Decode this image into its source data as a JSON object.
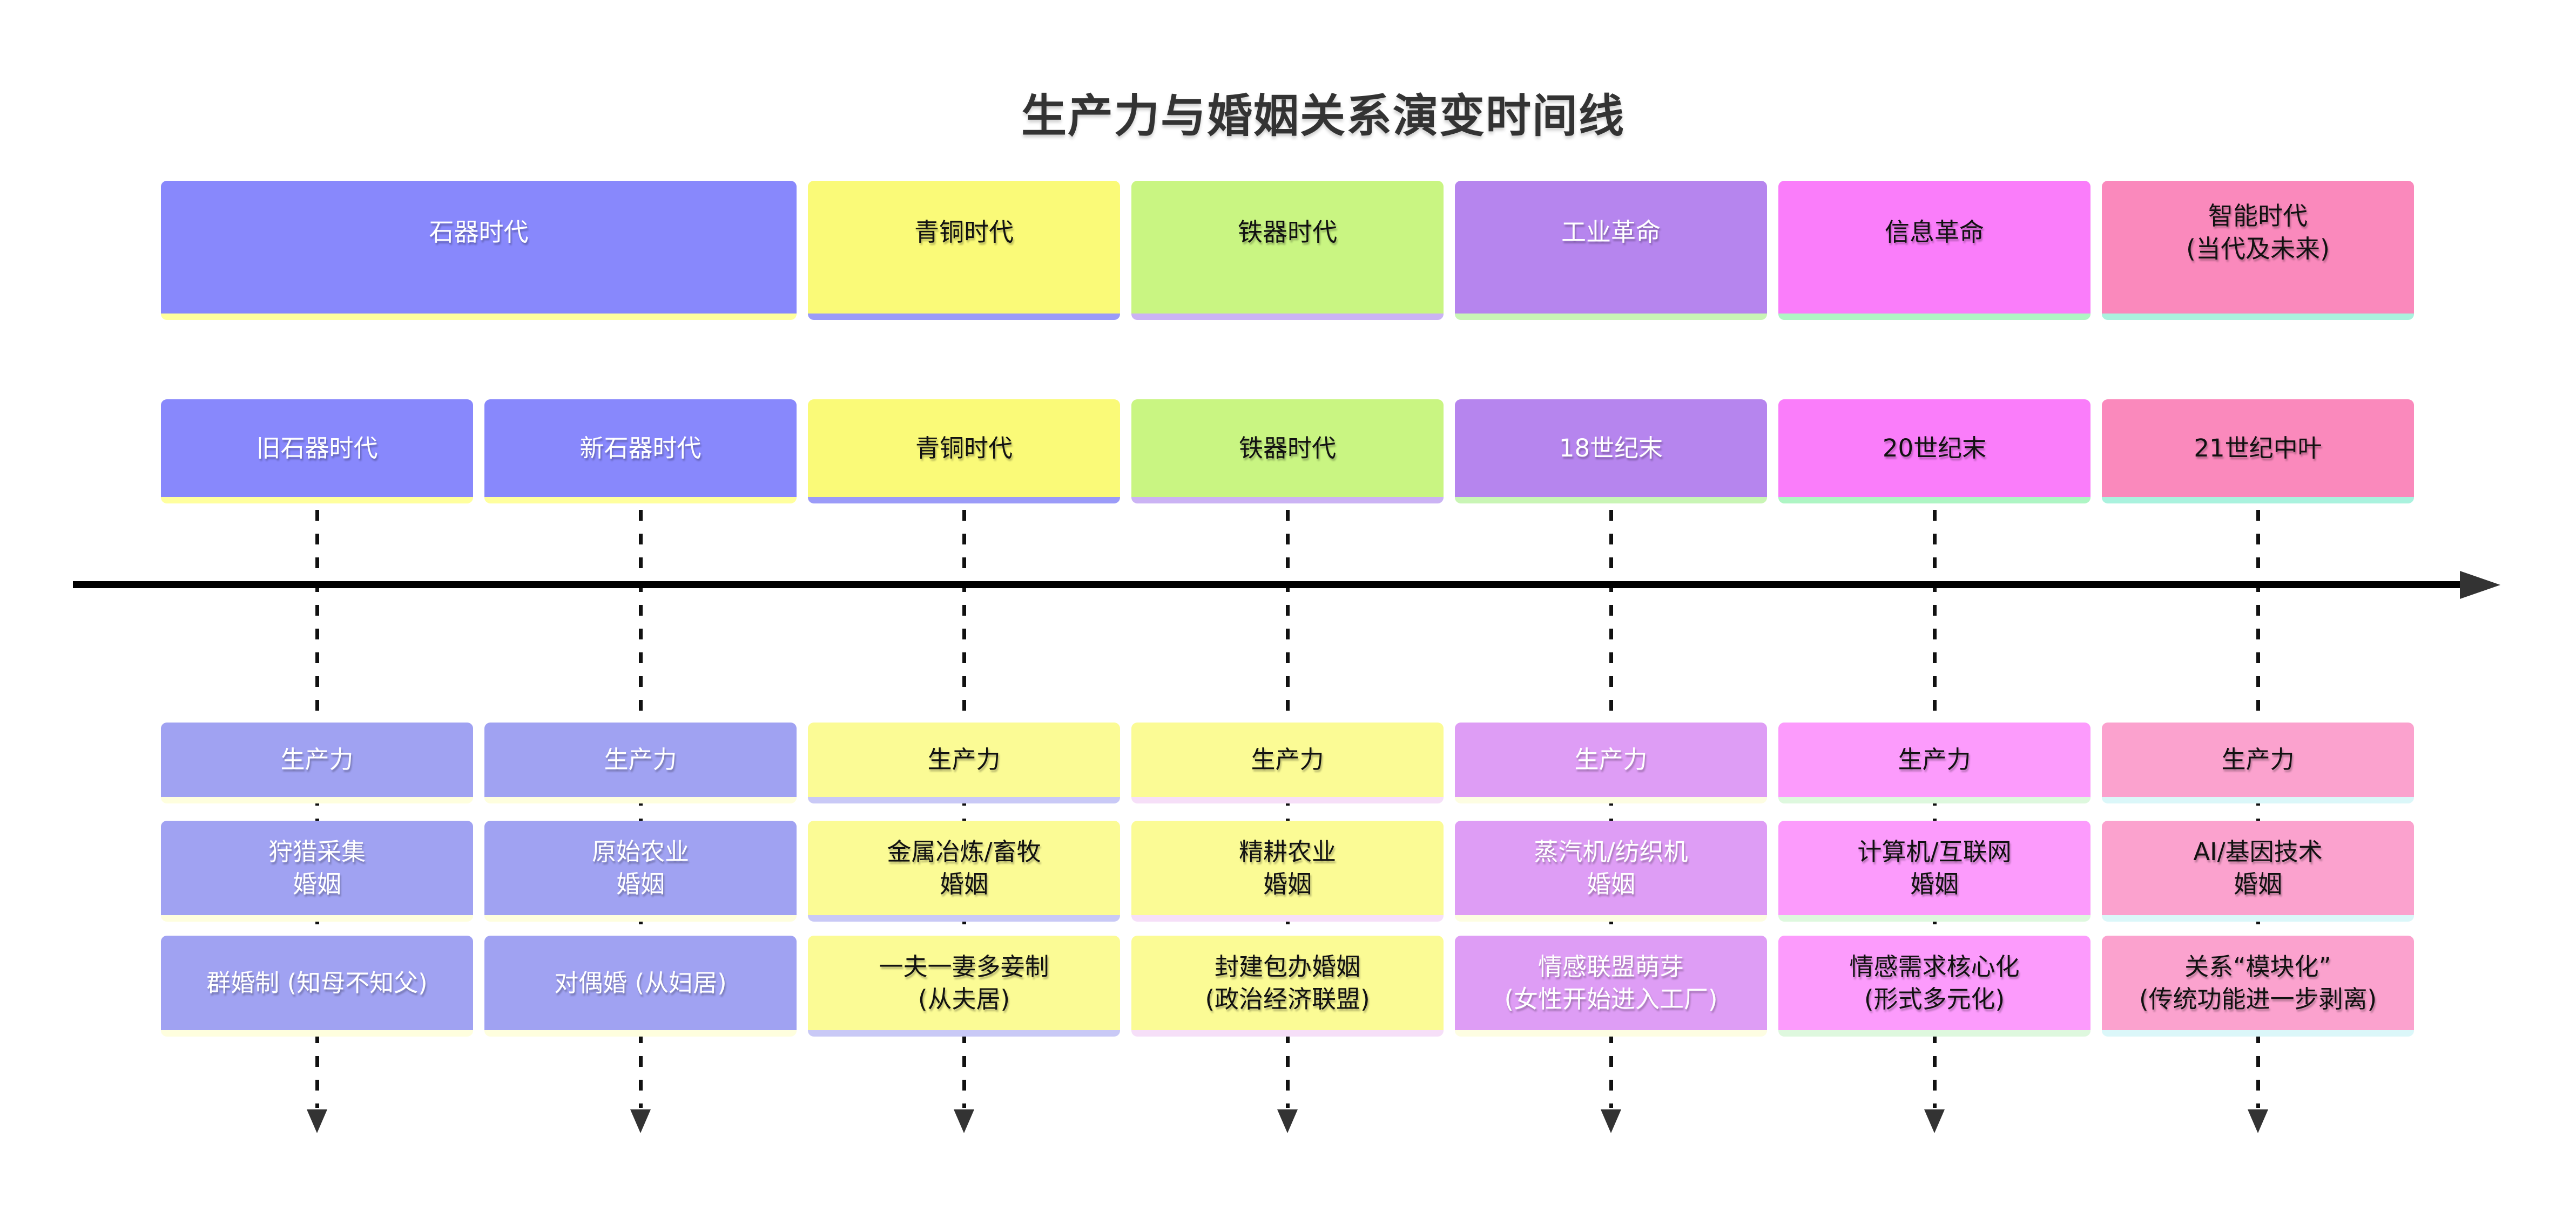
{
  "title": "生产力与婚姻关系演变时间线",
  "axis": {
    "color": "#000000",
    "arrow_color": "#333333"
  },
  "eras": [
    {
      "label": "石器时代",
      "fill": "#8888FC",
      "strip": "#FFFF9E",
      "text": "#ffffff"
    },
    {
      "label": "青铜时代",
      "fill": "#FAFA78",
      "strip": "#9B9BF8",
      "text": "#111111"
    },
    {
      "label": "铁器时代",
      "fill": "#C9F582",
      "strip": "#CBB3F4",
      "text": "#111111"
    },
    {
      "label": "工业革命",
      "fill": "#B685EE",
      "strip": "#C9F5B5",
      "text": "#ffffff"
    },
    {
      "label": "信息革命",
      "fill": "#FA7DFA",
      "strip": "#AEF5C4",
      "text": "#111111"
    },
    {
      "label": "智能时代\n(当代及未来)",
      "fill": "#FA89BC",
      "strip": "#AAF2DE",
      "text": "#111111"
    }
  ],
  "columns": [
    {
      "period": "旧石器时代",
      "period_fill": "#8888FC",
      "period_strip": "#FFFF9E",
      "period_text": "#ffffff",
      "event_fill": "#A0A2F2",
      "event_strip": "#FEFEDE",
      "event_text": "#ffffff",
      "events": [
        "生产力",
        "狩猎采集\n婚姻",
        "群婚制 (知母不知父)"
      ]
    },
    {
      "period": "新石器时代",
      "period_fill": "#8888FC",
      "period_strip": "#FFFF9E",
      "period_text": "#ffffff",
      "event_fill": "#A0A2F2",
      "event_strip": "#FEFEDE",
      "event_text": "#ffffff",
      "events": [
        "生产力",
        "原始农业\n婚姻",
        "对偶婚 (从妇居)"
      ]
    },
    {
      "period": "青铜时代",
      "period_fill": "#FAFA78",
      "period_strip": "#9B9BF8",
      "period_text": "#111111",
      "event_fill": "#FBFB95",
      "event_strip": "#C9C9F6",
      "event_text": "#111111",
      "events": [
        "生产力",
        "金属冶炼/畜牧\n婚姻",
        "一夫一妻多妾制\n(从夫居)"
      ]
    },
    {
      "period": "铁器时代",
      "period_fill": "#C9F582",
      "period_strip": "#CBB3F4",
      "period_text": "#111111",
      "event_fill": "#FBFB95",
      "event_strip": "#F6DFF8",
      "event_text": "#111111",
      "events": [
        "生产力",
        "精耕农业\n婚姻",
        "封建包办婚姻\n(政治经济联盟)"
      ]
    },
    {
      "period": "18世纪末",
      "period_fill": "#B685EE",
      "period_strip": "#C9F5B5",
      "period_text": "#ffffff",
      "event_fill": "#DE9DF5",
      "event_strip": "#FDFDE2",
      "event_text": "#ffffff",
      "events": [
        "生产力",
        "蒸汽机/纺织机\n婚姻",
        "情感联盟萌芽\n(女性开始进入工厂)"
      ]
    },
    {
      "period": "20世纪末",
      "period_fill": "#FA7DFA",
      "period_strip": "#AEF5C4",
      "period_text": "#111111",
      "event_fill": "#FC9BFC",
      "event_strip": "#DEF8DE",
      "event_text": "#111111",
      "events": [
        "生产力",
        "计算机/互联网\n婚姻",
        "情感需求核心化\n(形式多元化)"
      ]
    },
    {
      "period": "21世纪中叶",
      "period_fill": "#FA89BC",
      "period_strip": "#AAF2DE",
      "period_text": "#111111",
      "event_fill": "#FBA2CE",
      "event_strip": "#DBF7F9",
      "event_text": "#111111",
      "events": [
        "生产力",
        "AI/基因技术\n婚姻",
        "关系“模块化”\n(传统功能进一步剥离)"
      ]
    }
  ]
}
